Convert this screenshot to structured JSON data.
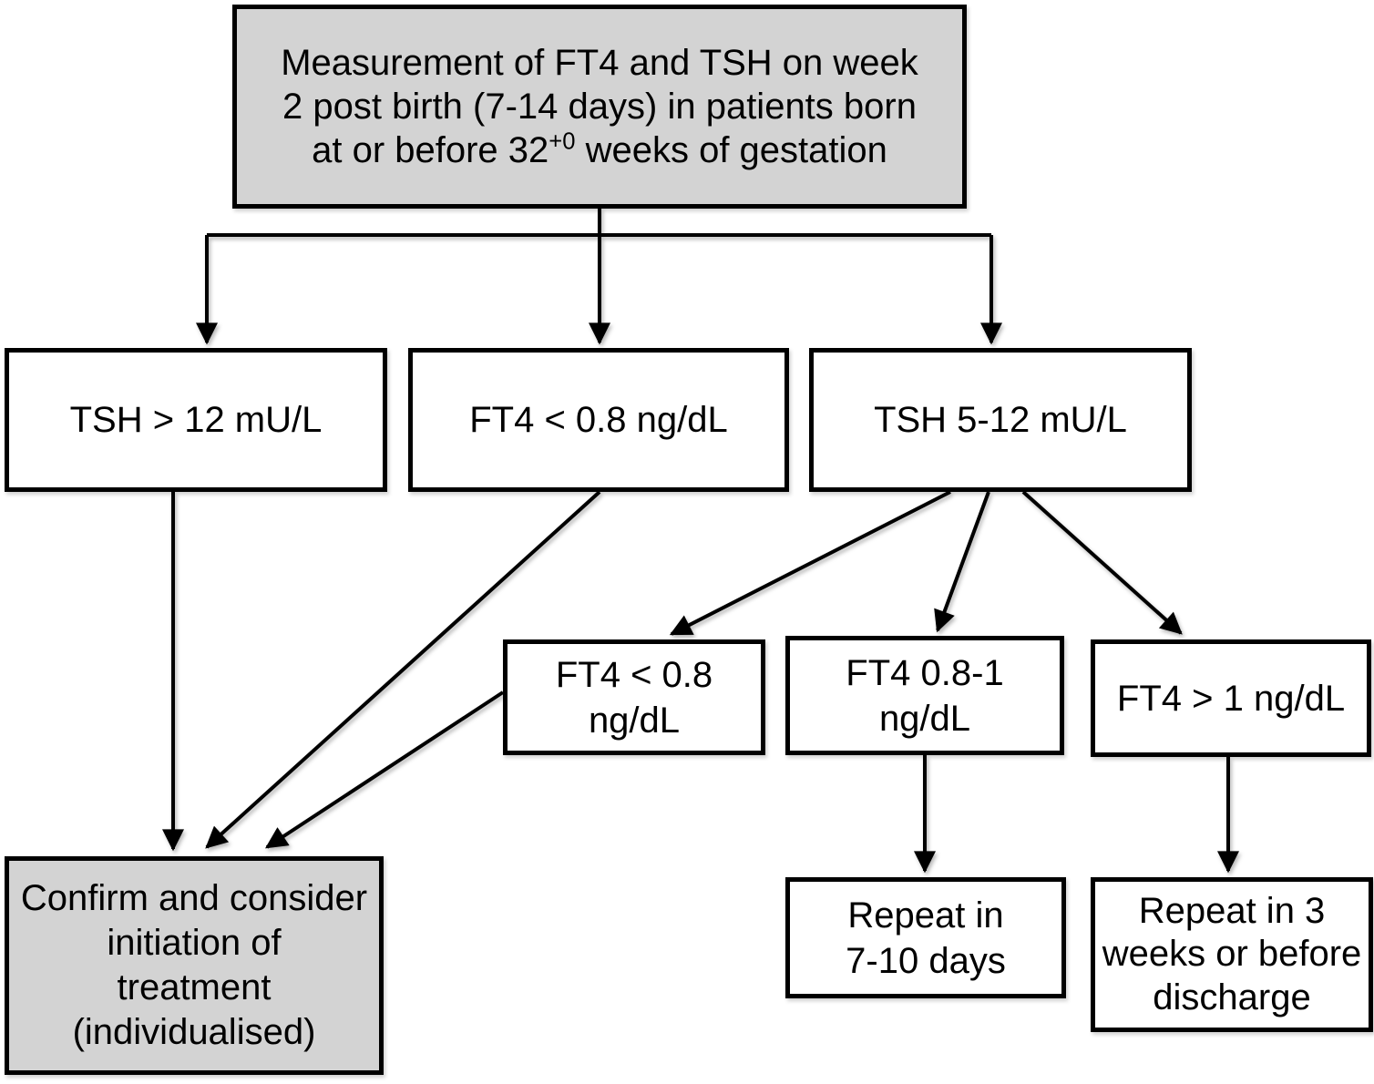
{
  "diagram": {
    "type": "flowchart",
    "colors": {
      "shaded_node_fill": "#d3d3d3",
      "plain_node_fill": "#ffffff",
      "node_border": "#000000",
      "connector": "#000000",
      "background": "#ffffff"
    },
    "nodes": {
      "measurement": {
        "lines": [
          "Measurement of FT4 and TSH on week",
          "2 post birth (7-14 days) in patients born"
        ],
        "line3_pre": "at or before 32",
        "line3_sup": "+0",
        "line3_post": " weeks of gestation"
      },
      "tsh_high": {
        "lines": [
          "TSH > 12 mU/L"
        ]
      },
      "ft4_low": {
        "lines": [
          "FT4 < 0.8 ng/dL"
        ]
      },
      "tsh_mid": {
        "lines": [
          "TSH 5-12 mU/L"
        ]
      },
      "ft4_low_sub": {
        "lines": [
          "FT4 < 0.8",
          "ng/dL"
        ]
      },
      "ft4_mid_sub": {
        "lines": [
          "FT4 0.8-1",
          "ng/dL"
        ]
      },
      "ft4_high_sub": {
        "lines": [
          "FT4 > 1 ng/dL"
        ]
      },
      "confirm": {
        "lines": [
          "Confirm and consider",
          "initiation of",
          "treatment",
          "(individualised)"
        ]
      },
      "repeat_short": {
        "lines": [
          "Repeat in",
          "7-10 days"
        ]
      },
      "repeat_long": {
        "lines": [
          "Repeat in 3",
          "weeks or before",
          "discharge"
        ]
      }
    },
    "edges": [
      {
        "from": "measurement",
        "to": "tsh_high"
      },
      {
        "from": "measurement",
        "to": "ft4_low"
      },
      {
        "from": "measurement",
        "to": "tsh_mid"
      },
      {
        "from": "tsh_high",
        "to": "confirm"
      },
      {
        "from": "ft4_low",
        "to": "confirm"
      },
      {
        "from": "tsh_mid",
        "to": "ft4_low_sub"
      },
      {
        "from": "tsh_mid",
        "to": "ft4_mid_sub"
      },
      {
        "from": "tsh_mid",
        "to": "ft4_high_sub"
      },
      {
        "from": "ft4_low_sub",
        "to": "confirm"
      },
      {
        "from": "ft4_mid_sub",
        "to": "repeat_short"
      },
      {
        "from": "ft4_high_sub",
        "to": "repeat_long"
      }
    ]
  }
}
